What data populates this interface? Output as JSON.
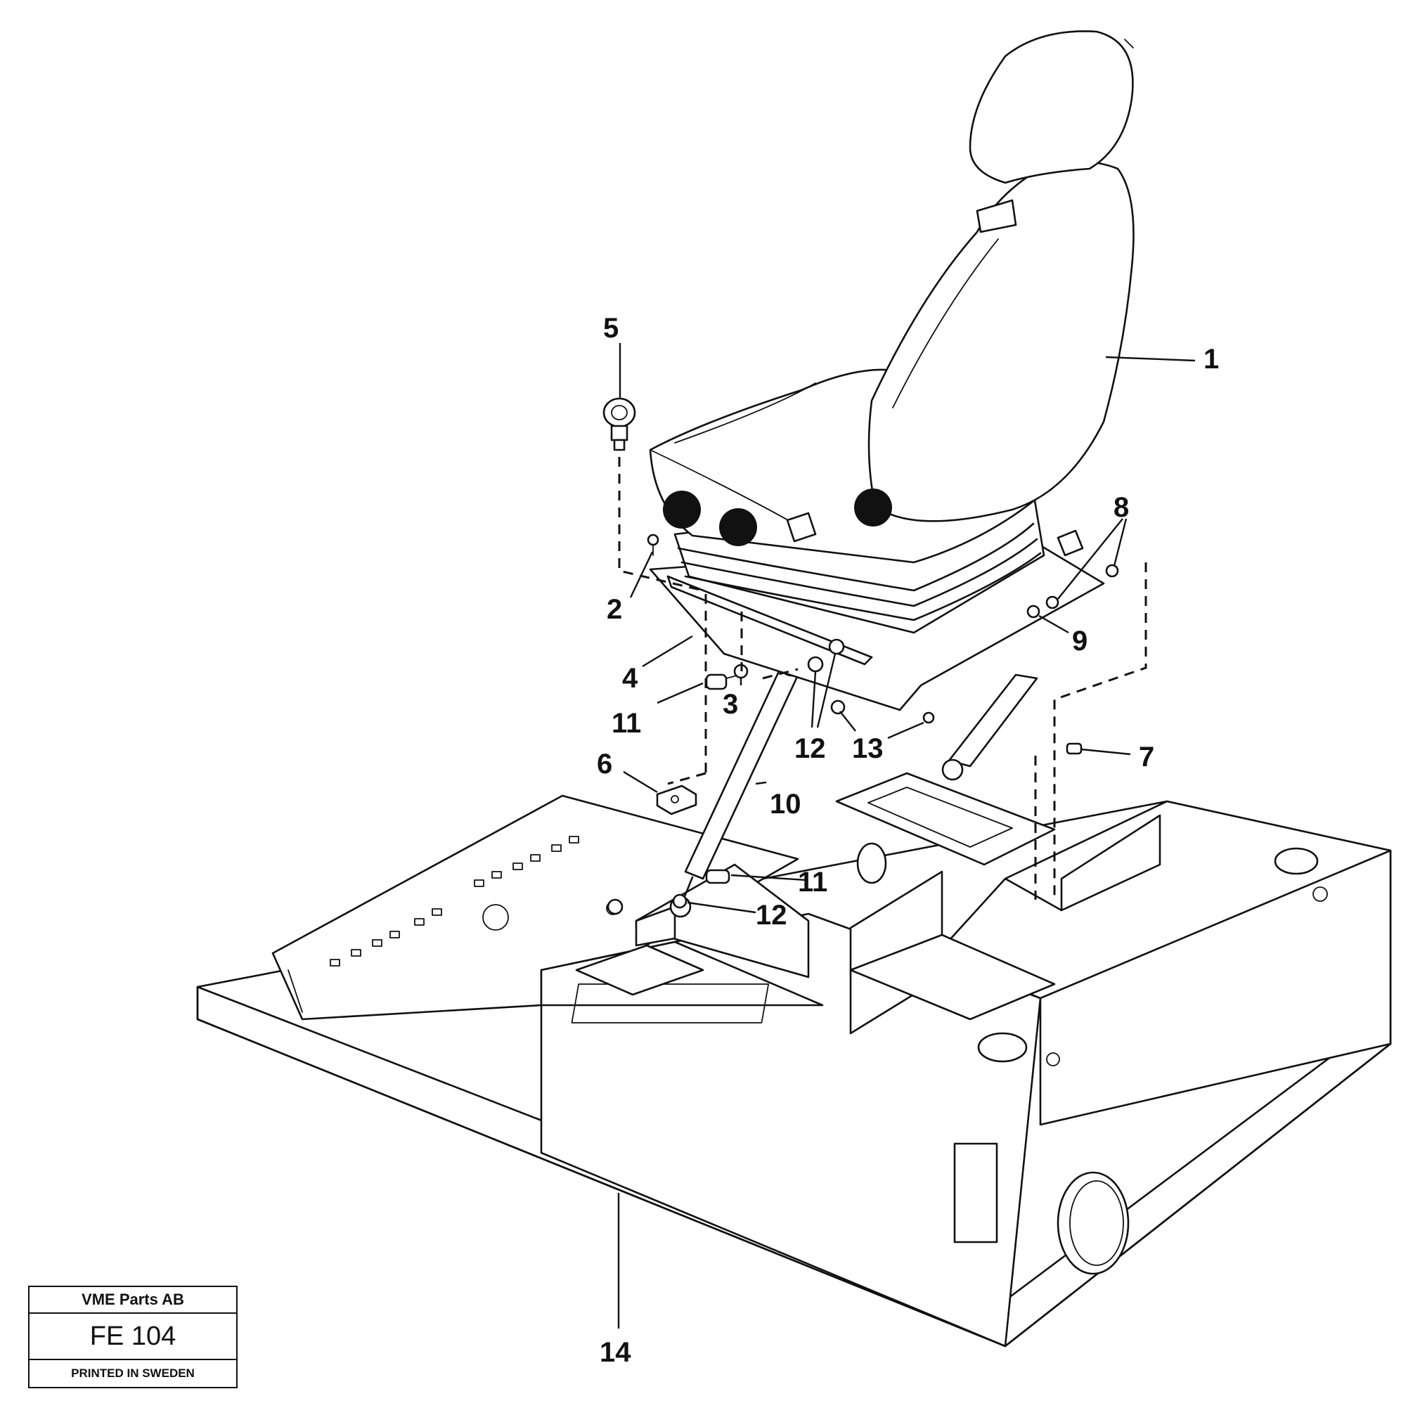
{
  "parts": {
    "seat": "1",
    "bolt": "2",
    "nut_a": "3",
    "slide_rail": "4",
    "ring_bolt": "5",
    "bracket": "6",
    "screw": "7",
    "washer_a": "8",
    "washer_b": "9",
    "gas_spring": "10",
    "pin_upper": "11",
    "pin_lower": "11",
    "nut_upper": "12",
    "nut_lower": "12",
    "nut_b": "13",
    "cab_floor": "14"
  },
  "title_block": {
    "company": "VME Parts AB",
    "code": "FE 104",
    "printed": "PRINTED IN SWEDEN"
  }
}
